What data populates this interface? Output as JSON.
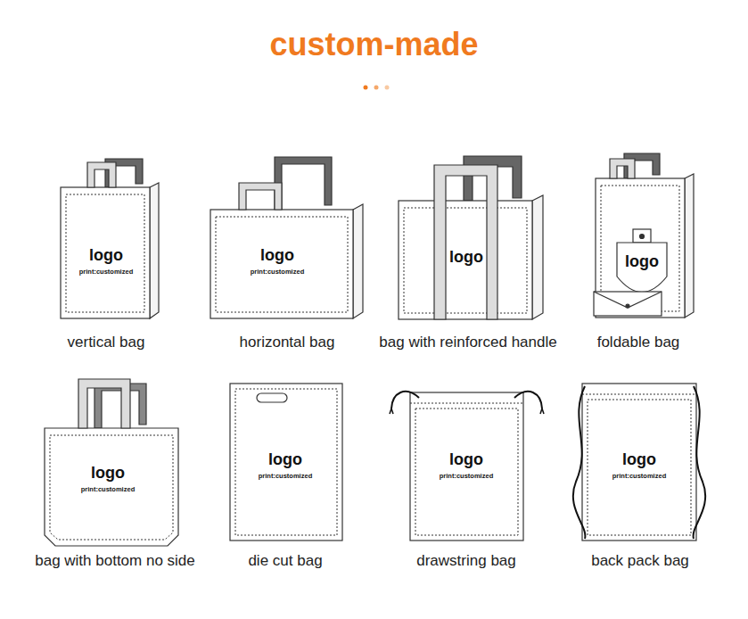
{
  "diagram": {
    "title": "custom-made",
    "nodes": [
      {
        "text": [
          "logo",
          "print:customized",
          "vertical bag"
        ]
      },
      {
        "text": [
          "logo",
          "print:customized",
          "horizontal bag"
        ]
      },
      {
        "text": [
          "logo",
          "bag with reinforced handle"
        ]
      },
      {
        "text": [
          "logo",
          "foldable bag"
        ]
      },
      {
        "text": [
          "logo",
          "print:customized",
          "bag with bottom no side"
        ]
      },
      {
        "text": [
          "logo",
          "print:customized",
          "die cut bag"
        ]
      },
      {
        "text": [
          "logo",
          "print:customized",
          "drawstring bag"
        ]
      },
      {
        "text": [
          "logo",
          "print:customized",
          "back pack bag"
        ]
      }
    ]
  }
}
